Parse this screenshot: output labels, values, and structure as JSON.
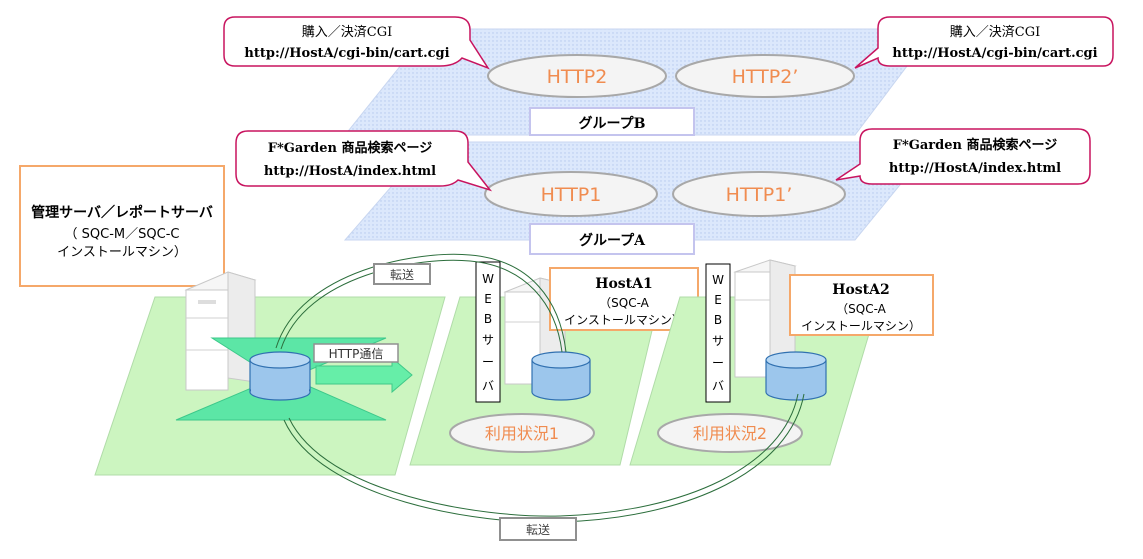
{
  "group_b": {
    "label": "グループB",
    "servers": [
      "HTTP2",
      "HTTP2’"
    ],
    "callout_left": {
      "line1": "購入／決済CGI",
      "line2": "http://HostA/cgi-bin/cart.cgi"
    },
    "callout_right": {
      "line1": "購入／決済CGI",
      "line2": "http://HostA/cgi-bin/cart.cgi"
    }
  },
  "group_a": {
    "label": "グループA",
    "servers": [
      "HTTP1",
      "HTTP1’"
    ],
    "callout_left": {
      "line1": "F*Garden 商品検索ページ",
      "line2": "http://HostA/index.html"
    },
    "callout_right": {
      "line1": "F*Garden 商品検索ページ",
      "line2": "http://HostA/index.html"
    }
  },
  "management": {
    "line1": "管理サーバ／レポートサーバ",
    "line2": "（ SQC-M／SQC-C",
    "line3": "インストールマシン）"
  },
  "hosts": [
    {
      "name": "HostA1",
      "line2": "（SQC-A",
      "line3": "インストールマシン）",
      "web": [
        "W",
        "E",
        "B",
        "サ",
        "ー",
        "バ"
      ],
      "usage": "利用状況1"
    },
    {
      "name": "HostA2",
      "line2": "（SQC-A",
      "line3": "インストールマシン）",
      "web": [
        "W",
        "E",
        "B",
        "サ",
        "ー",
        "バ"
      ],
      "usage": "利用状況2"
    }
  ],
  "transfer_top": "転送",
  "transfer_bottom": "転送",
  "http_comm": "HTTP通信",
  "colors": {
    "plane_blue": "#d8e6fb",
    "plane_green": "#ccf5c0",
    "orange_border": "#f5a86a",
    "orange_text": "#f08c50",
    "callout_border": "#c8145f",
    "cylinder": "#9cc6ec"
  }
}
